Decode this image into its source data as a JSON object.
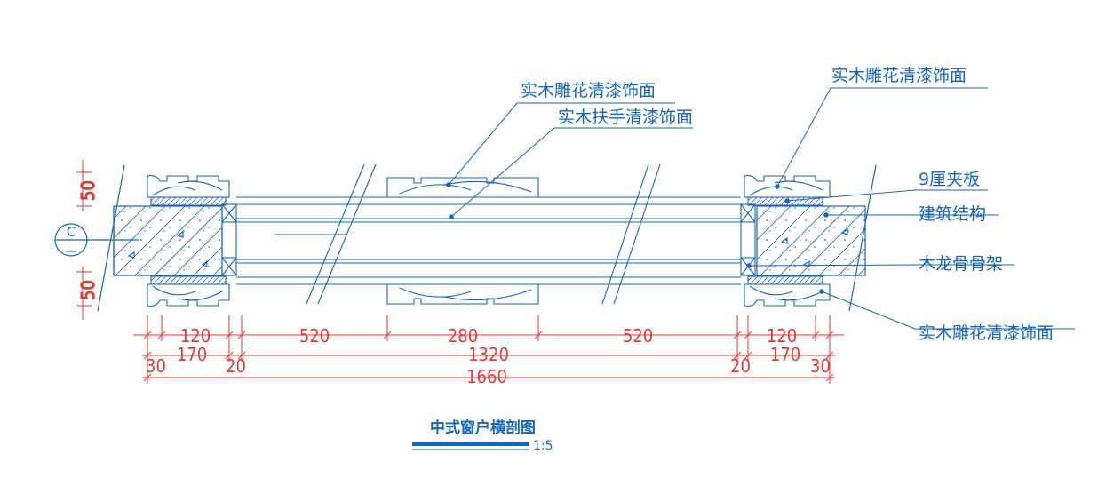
{
  "labels": {
    "carved_top_center": "实木雕花清漆饰面",
    "handrail": "实木扶手清漆饰面",
    "carved_top_right": "实木雕花清漆饰面",
    "plywood": "9厘夹板",
    "structure": "建筑结构",
    "wood_frame": "木龙骨骨架",
    "carved_bottom_right": "实木雕花清漆饰面"
  },
  "section_marker": {
    "letter": "C"
  },
  "dimensions": {
    "left_top": "50",
    "left_bottom": "50",
    "row1": [
      "120",
      "520",
      "280",
      "520",
      "120"
    ],
    "row2": [
      "170",
      "1320",
      "170"
    ],
    "row2_small": [
      "30",
      "20",
      "20",
      "30"
    ],
    "total": "1660"
  },
  "title": "中式窗户横剖图",
  "scale": "1:5",
  "colors": {
    "linework": "#1565c0",
    "dimension": "#e53935",
    "background": "#ffffff"
  }
}
